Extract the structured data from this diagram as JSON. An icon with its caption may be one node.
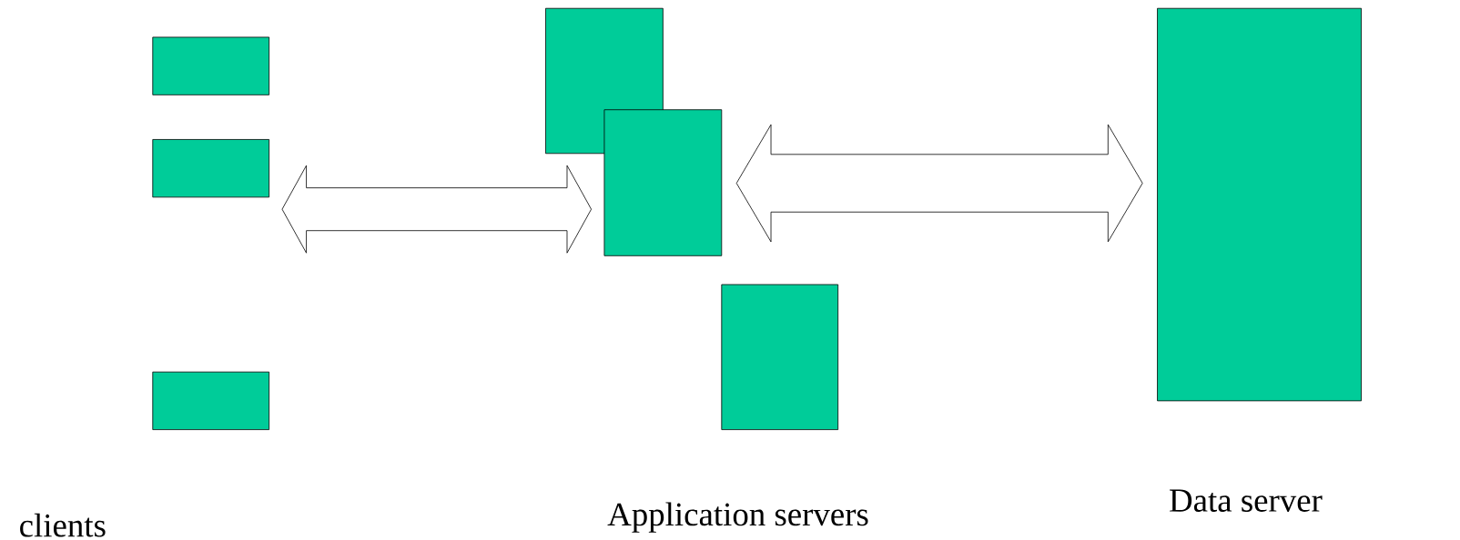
{
  "diagram": {
    "nodes": [
      {
        "text": [],
        "shape": "box"
      },
      {
        "text": [],
        "shape": "box"
      },
      {
        "text": [],
        "shape": "box",
        "beside": [
          "clients"
        ]
      },
      {
        "text": [],
        "shape": "box"
      },
      {
        "text": [],
        "shape": "box"
      },
      {
        "text": [],
        "shape": "box",
        "beside": [
          "Application servers"
        ]
      },
      {
        "text": [],
        "shape": "box",
        "beside": [
          "Data server"
        ]
      }
    ],
    "edges": [
      {
        "from": 1,
        "to": 4,
        "arrow": "both"
      },
      {
        "from": 4,
        "to": 6,
        "arrow": "both"
      }
    ]
  }
}
